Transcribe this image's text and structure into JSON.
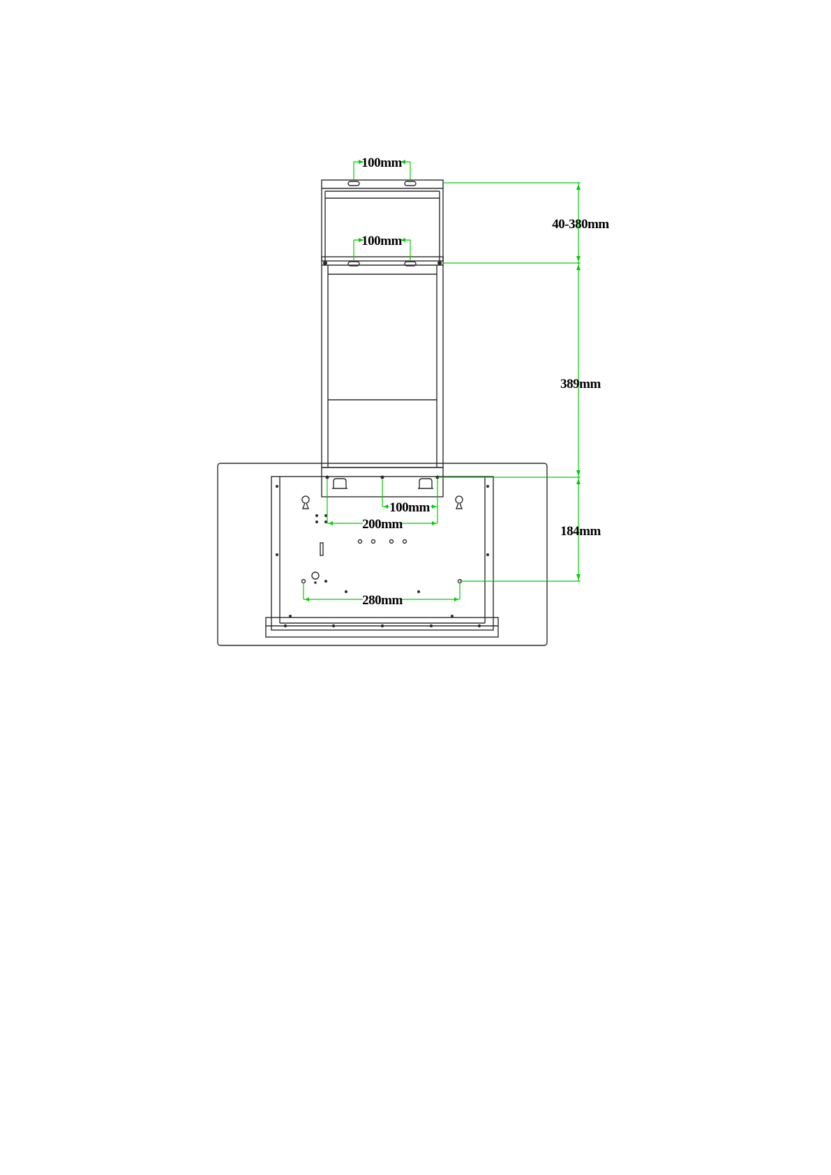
{
  "dimensions": {
    "top_bracket_width": "100mm",
    "mid_bracket_width": "100mm",
    "height_adjustable": "40-380mm",
    "chimney_height": "389mm",
    "body_height": "184mm",
    "plate_width_100": "100mm",
    "plate_width_200": "200mm",
    "bottom_width_280": "280mm"
  },
  "colors": {
    "outline": "#2a2a2a",
    "dimension": "#00cc00"
  }
}
